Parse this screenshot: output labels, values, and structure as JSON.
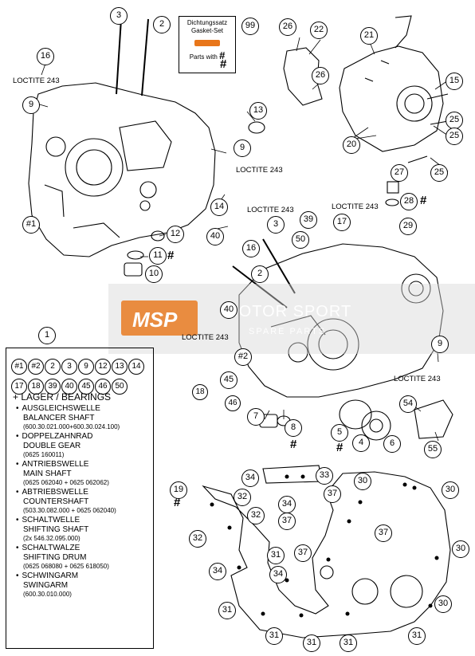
{
  "gasket_kit": {
    "line1": "Dichtungssatz",
    "line2": "Gasket-Set",
    "parts_with": "Parts with",
    "hash": "#"
  },
  "callouts": {
    "c1": "1",
    "c2": "2",
    "c3": "3",
    "c4": "4",
    "c5": "5",
    "c6": "6",
    "c7": "7",
    "c8": "8",
    "c9": "9",
    "c10": "10",
    "c11": "11",
    "c12": "12",
    "c13": "13",
    "c14": "14",
    "c15": "15",
    "c16": "16",
    "c17": "17",
    "c18": "18",
    "c19": "19",
    "c20": "20",
    "c21": "21",
    "c22": "22",
    "c25": "25",
    "c26": "26",
    "c27": "27",
    "c28": "28",
    "c29": "29",
    "c30": "30",
    "c31": "31",
    "c32": "32",
    "c33": "33",
    "c34": "34",
    "c37": "37",
    "c39": "39",
    "c40": "40",
    "c45": "45",
    "c46": "46",
    "c50": "50",
    "c54": "54",
    "c55": "55",
    "c99": "99",
    "h1": "#1",
    "h2": "#2"
  },
  "loctite": "LOCTITE 243",
  "hash": "#",
  "watermark": {
    "logo": "MSP",
    "side1": "MOTOR SPORT",
    "side2": "SPARE PARTS"
  },
  "legend": {
    "numbers": [
      "#1",
      "#2",
      "2",
      "3",
      "9",
      "12",
      "13",
      "14",
      "17",
      "18",
      "39",
      "40",
      "45",
      "46",
      "50"
    ],
    "bearings_title": "+ LAGER / BEARINGS",
    "bearings": [
      {
        "de": "AUSGLEICHSWELLE",
        "en": "BALANCER SHAFT",
        "code": "(600.30.021.000+600.30.024.100)"
      },
      {
        "de": "DOPPELZAHNRAD",
        "en": "DOUBLE GEAR",
        "code": "(0625 160011)"
      },
      {
        "de": "ANTRIEBSWELLE",
        "en": "MAIN SHAFT",
        "code": "(0625 062040 + 0625 062062)"
      },
      {
        "de": "ABTRIEBSWELLE",
        "en": "COUNTERSHAFT",
        "code": "(503.30.082.000 + 0625 062040)"
      },
      {
        "de": "SCHALTWELLE",
        "en": "SHIFTING SHAFT",
        "code": "(2x 546.32.095.000)"
      },
      {
        "de": "SCHALTWALZE",
        "en": "SHIFTING DRUM",
        "code": "(0625 068080 + 0625 618050)"
      },
      {
        "de": "SCHWINGARM",
        "en": "SWINGARM",
        "code": "(600.30.010.000)"
      }
    ]
  }
}
